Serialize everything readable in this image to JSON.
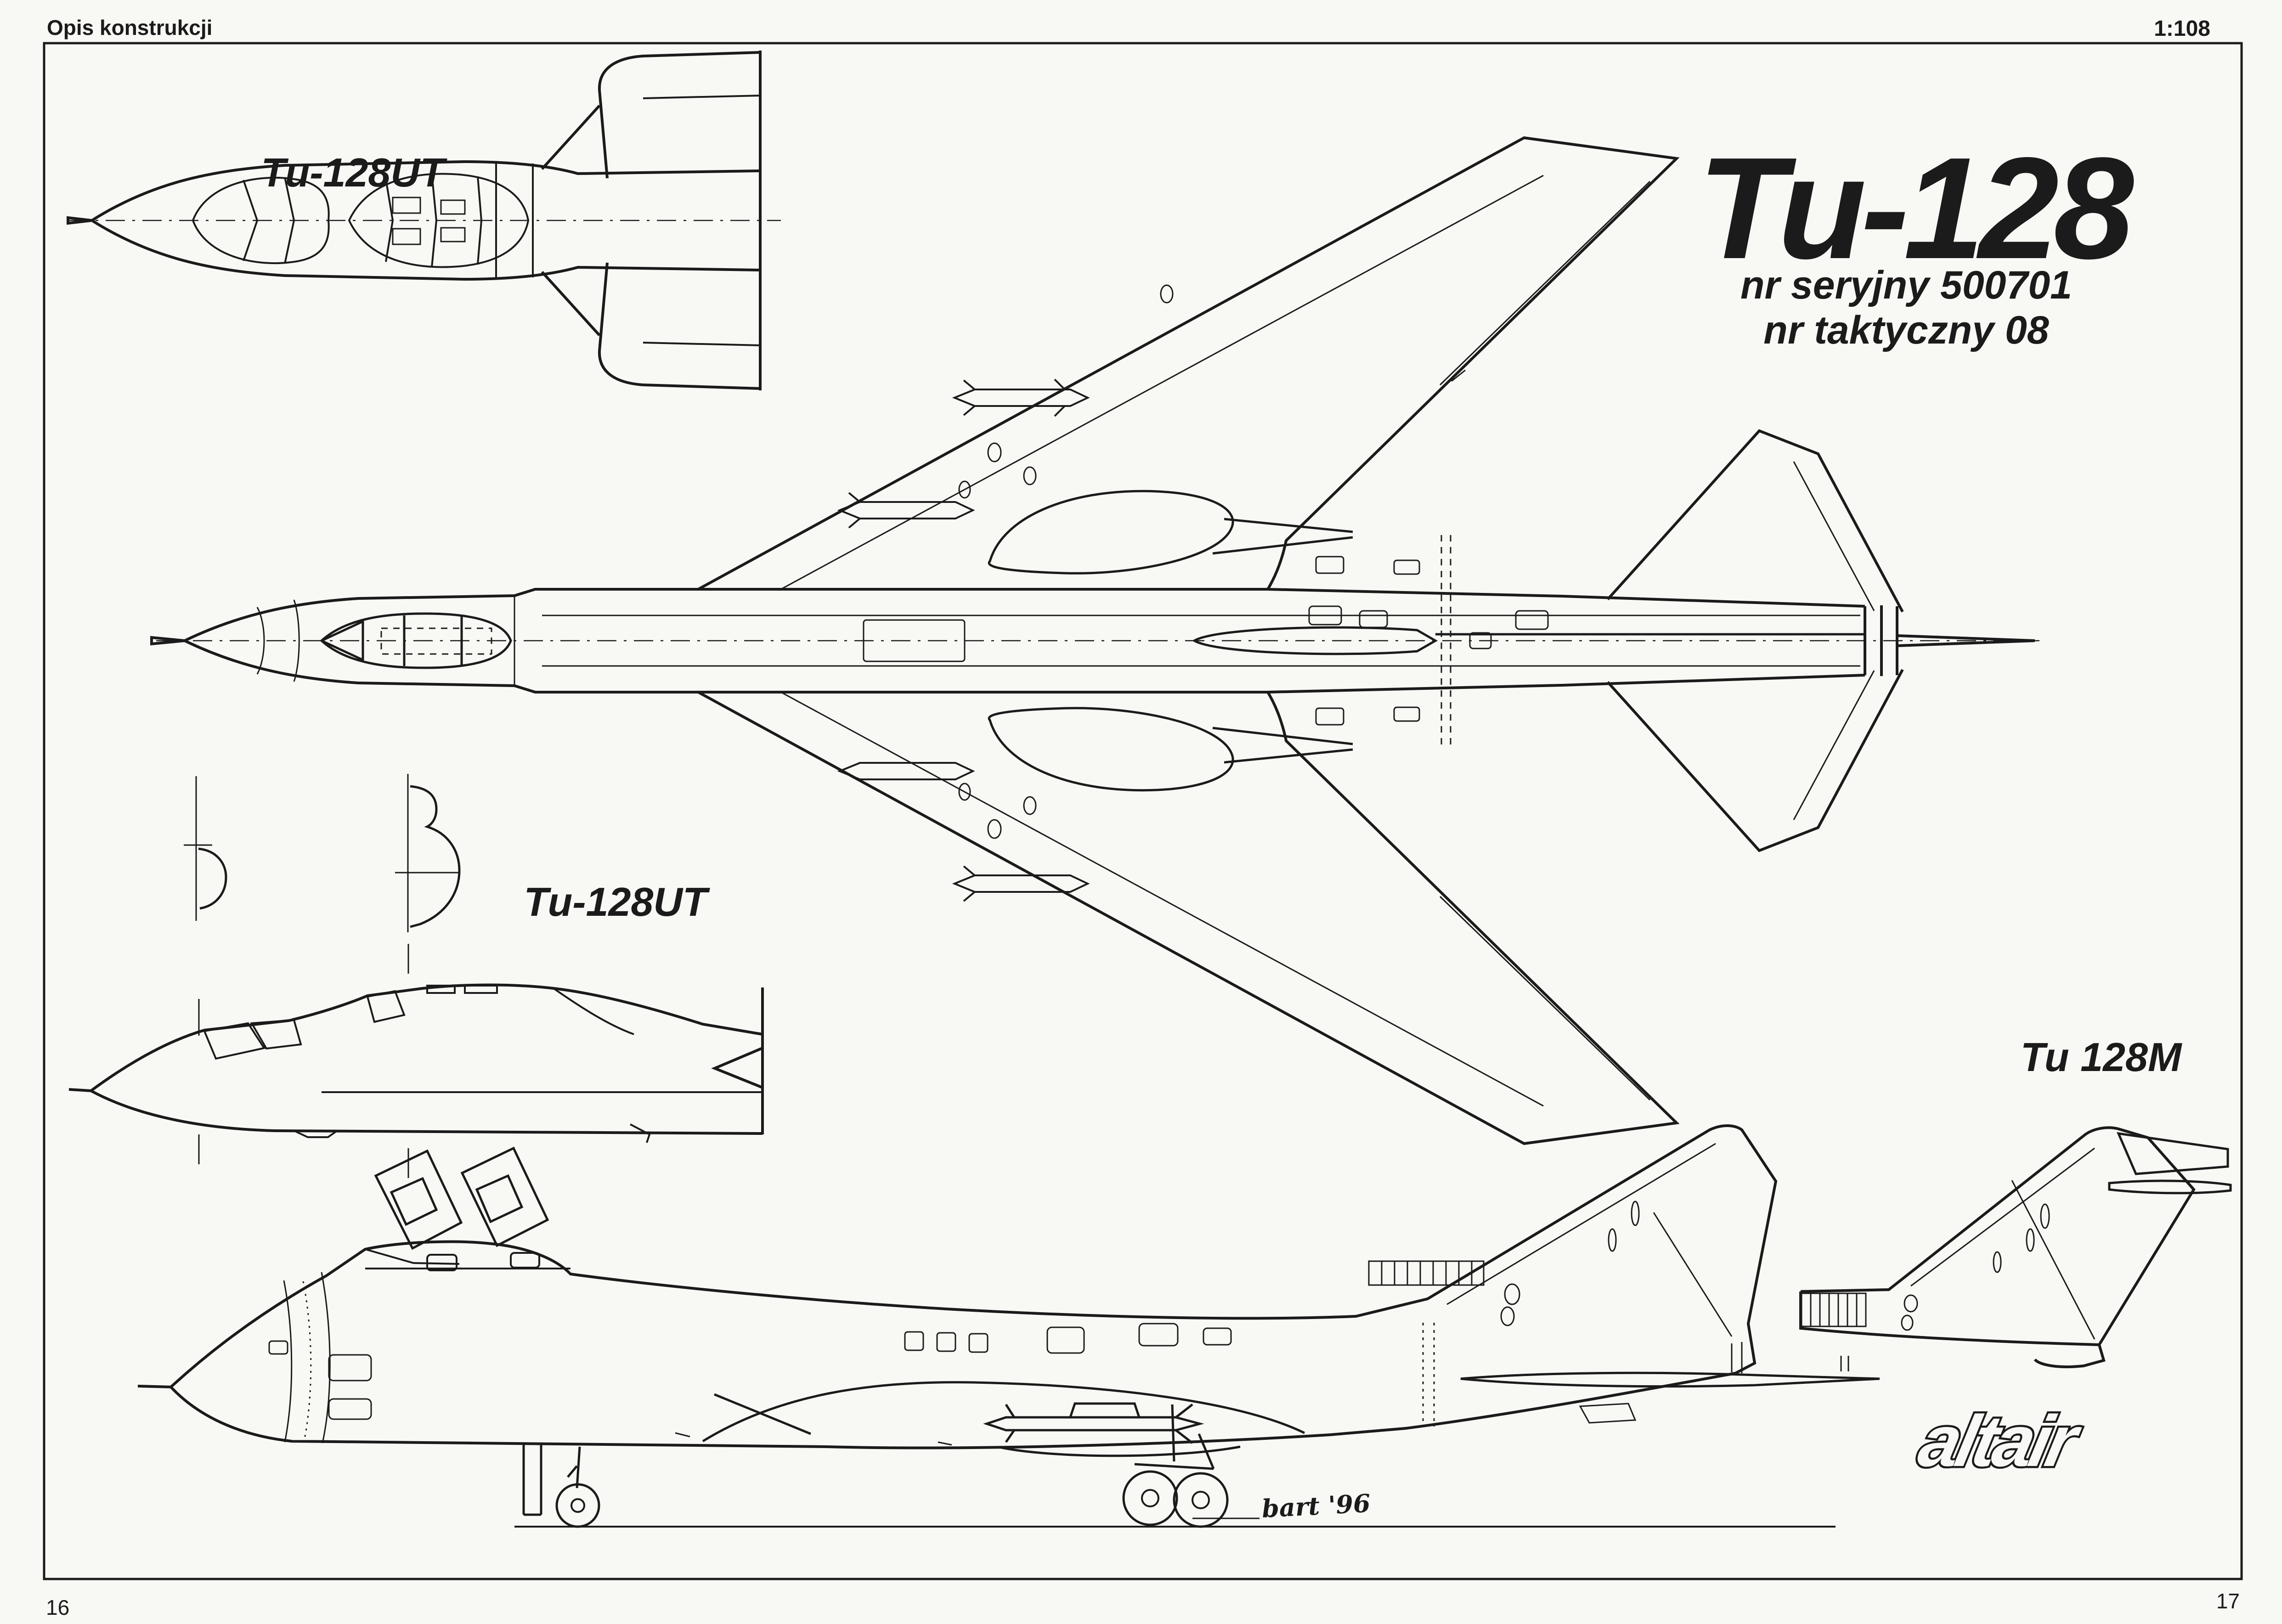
{
  "page": {
    "header_left": "Opis konstrukcji",
    "header_right": "1:108",
    "page_number_left": "16",
    "page_number_right": "17"
  },
  "title_block": {
    "title": "Tu-128",
    "serial_line": "nr seryjny 500701",
    "tactical_line": "nr taktyczny 08"
  },
  "labels": {
    "top_view_variant": "Tu-128UT",
    "side_view_variant": "Tu-128UT",
    "tail_view_variant": "Tu 128M"
  },
  "signature": "bart '96",
  "logo": "altair",
  "colors": {
    "ink": "#1b1b1b",
    "paper": "#f8f8f5"
  }
}
